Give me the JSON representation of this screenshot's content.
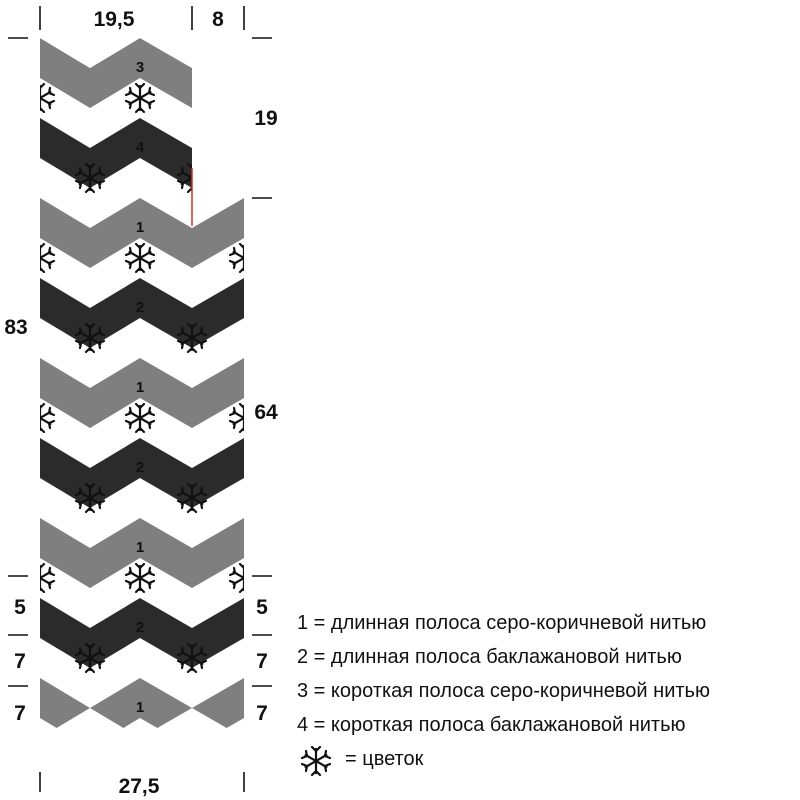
{
  "dimensions": {
    "top_left": "19,5",
    "top_right": "8",
    "right_upper": "19",
    "left_total": "83",
    "right_lower": "64",
    "left_5": "5",
    "left_7a": "7",
    "left_7b": "7",
    "right_5": "5",
    "right_7a": "7",
    "right_7b": "7",
    "bottom": "27,5"
  },
  "stripes": [
    {
      "label": "3",
      "color": "#7f7f7f"
    },
    {
      "label": "4",
      "color": "#2b2b2b"
    },
    {
      "label": "1",
      "color": "#7f7f7f"
    },
    {
      "label": "2",
      "color": "#2b2b2b"
    },
    {
      "label": "1",
      "color": "#7f7f7f"
    },
    {
      "label": "2",
      "color": "#2b2b2b"
    },
    {
      "label": "1",
      "color": "#7f7f7f"
    },
    {
      "label": "2",
      "color": "#2b2b2b"
    },
    {
      "label": "1",
      "color": "#7f7f7f"
    }
  ],
  "legend": [
    "1 = длинная полоса серо-коричневой нитью",
    "2 = длинная полоса баклажановой нитью",
    "3 = короткая полоса серо-коричневой нитью",
    "4 = короткая полоса баклажановой нитью",
    "= цветок"
  ],
  "icons": {
    "flower": "snowflake-flower-icon"
  },
  "colors": {
    "gray": "#7f7f7f",
    "dark": "#2b2b2b",
    "white": "#ffffff",
    "edge": "#c0392b"
  }
}
